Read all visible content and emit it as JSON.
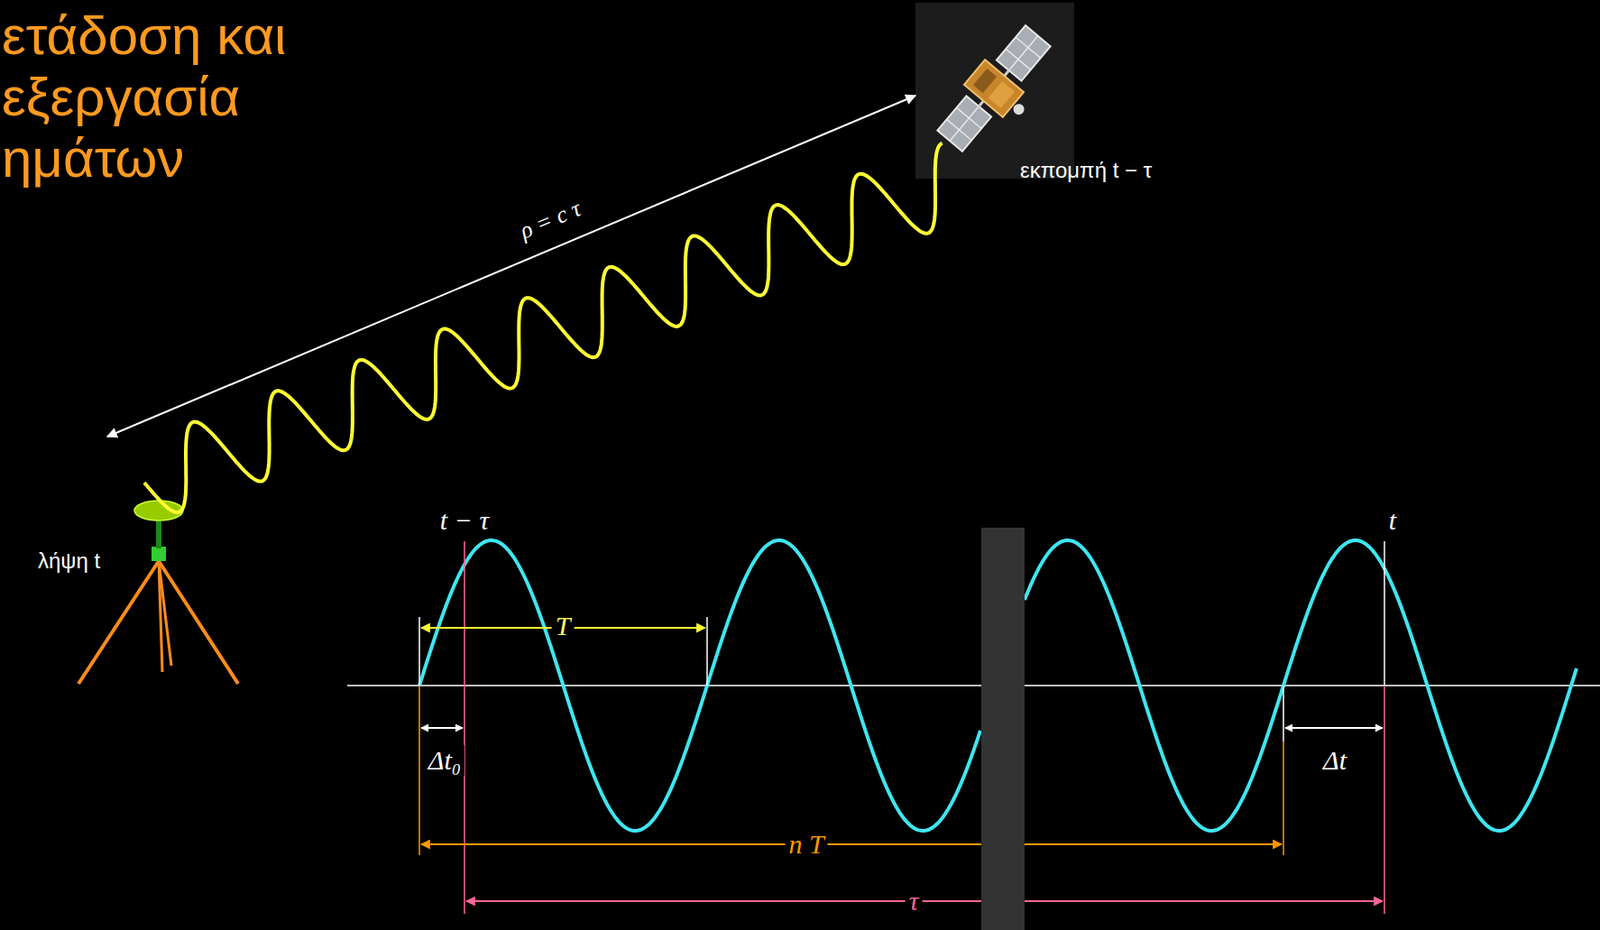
{
  "diagram": {
    "title": "ετάδοση και εξεργασία ημάτων",
    "nodes": [
      {
        "text": [
          "λήψη t"
        ]
      },
      {
        "text": [
          "εκπομπή t − τ"
        ]
      }
    ],
    "edges": [
      {
        "from": 0,
        "to": 1,
        "arrow": "both",
        "label": "ρ = c τ"
      }
    ],
    "labels": [
      "t − τ",
      "T",
      "Δt₀",
      "n T",
      "τ",
      "t",
      "Δt"
    ]
  }
}
